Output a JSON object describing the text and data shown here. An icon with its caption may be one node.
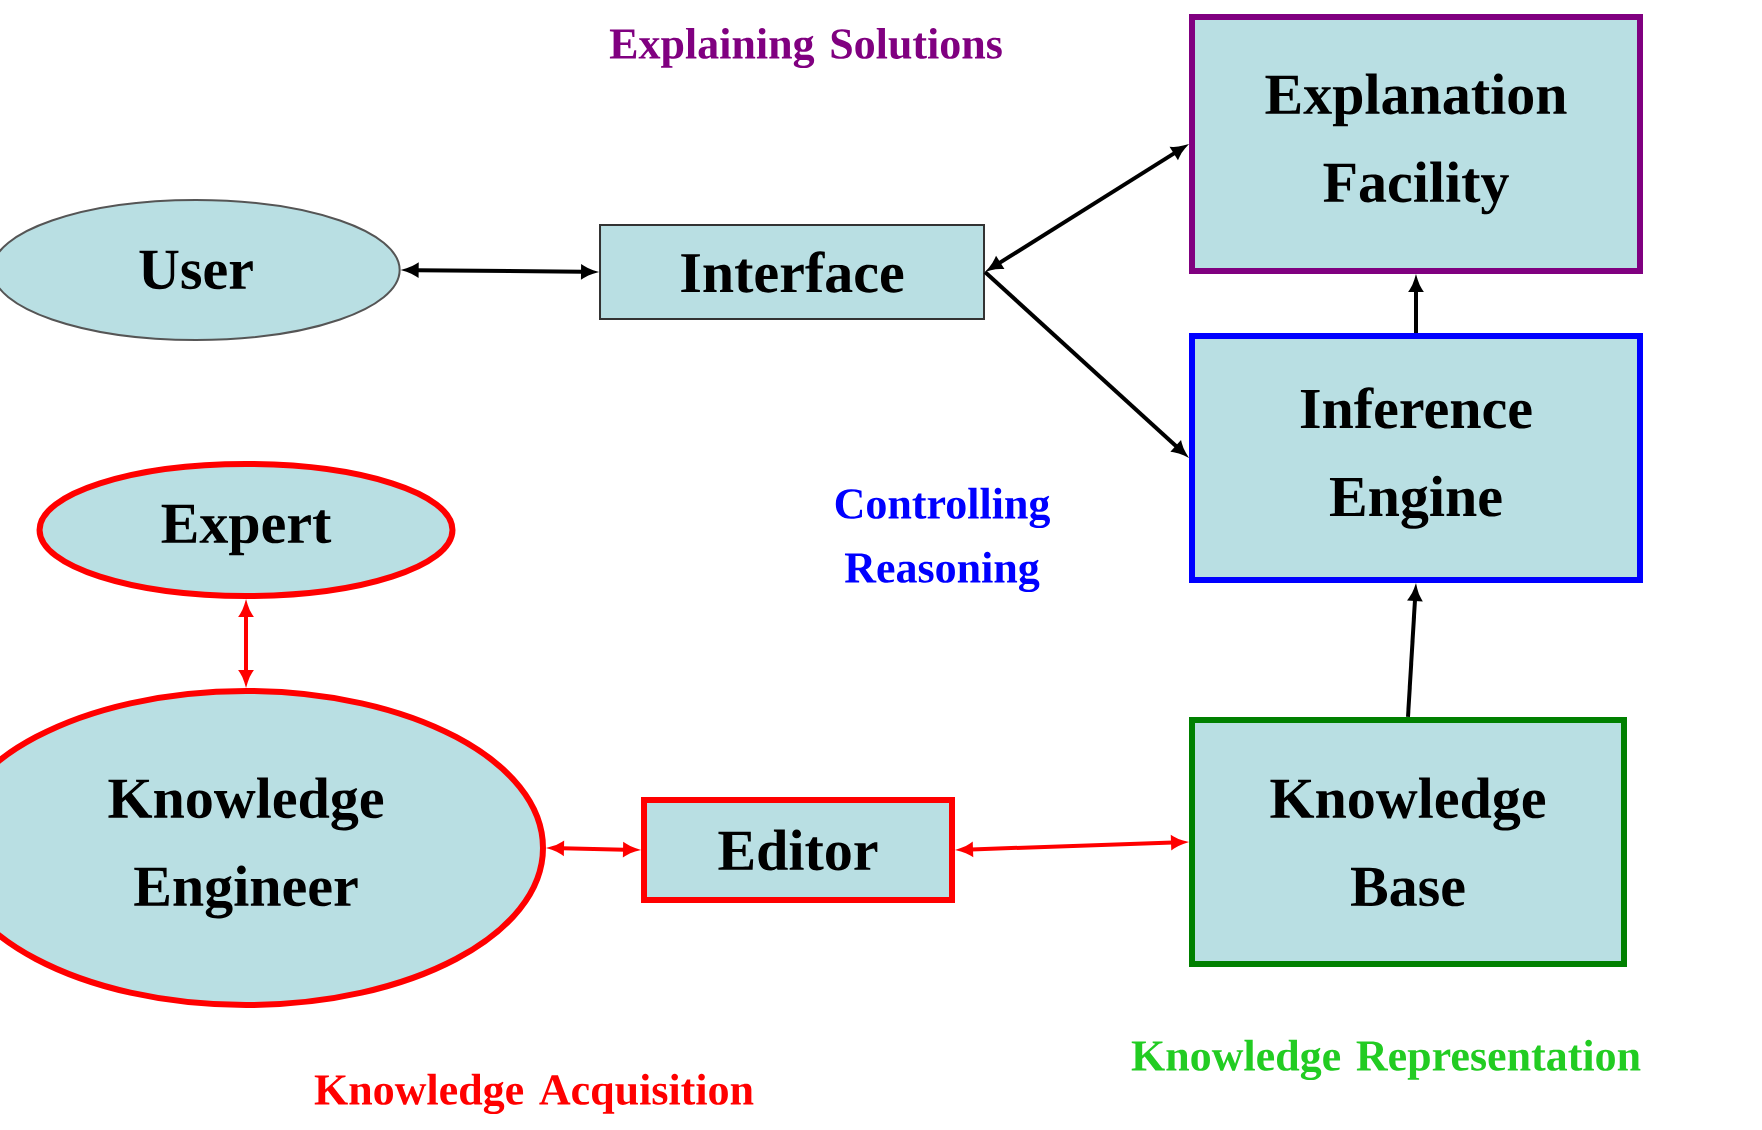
{
  "diagram": {
    "nodes": [
      {
        "text": [
          "User"
        ]
      },
      {
        "text": [
          "Interface"
        ]
      },
      {
        "text": [
          "Explanation Facility"
        ]
      },
      {
        "text": [
          "Inference Engine"
        ]
      },
      {
        "text": [
          "Expert"
        ]
      },
      {
        "text": [
          "Knowledge Engineer"
        ]
      },
      {
        "text": [
          "Editor"
        ]
      },
      {
        "text": [
          "Knowledge Base"
        ]
      }
    ],
    "edges": [
      {
        "from": 0,
        "to": 1,
        "arrow": "both"
      },
      {
        "from": 1,
        "to": 2,
        "arrow": "both"
      },
      {
        "from": 1,
        "to": 3,
        "arrow": "to"
      },
      {
        "from": 3,
        "to": 2,
        "arrow": "to"
      },
      {
        "from": 7,
        "to": 3,
        "arrow": "to"
      },
      {
        "from": 4,
        "to": 5,
        "arrow": "both",
        "color": "#ff0000"
      },
      {
        "from": 5,
        "to": 6,
        "arrow": "both",
        "color": "#ff0000"
      },
      {
        "from": 6,
        "to": 7,
        "arrow": "both",
        "color": "#ff0000"
      }
    ],
    "labels": [
      "Explaining Solutions",
      "Controlling Reasoning",
      "Knowledge Acquisition",
      "Knowledge Representation"
    ]
  }
}
